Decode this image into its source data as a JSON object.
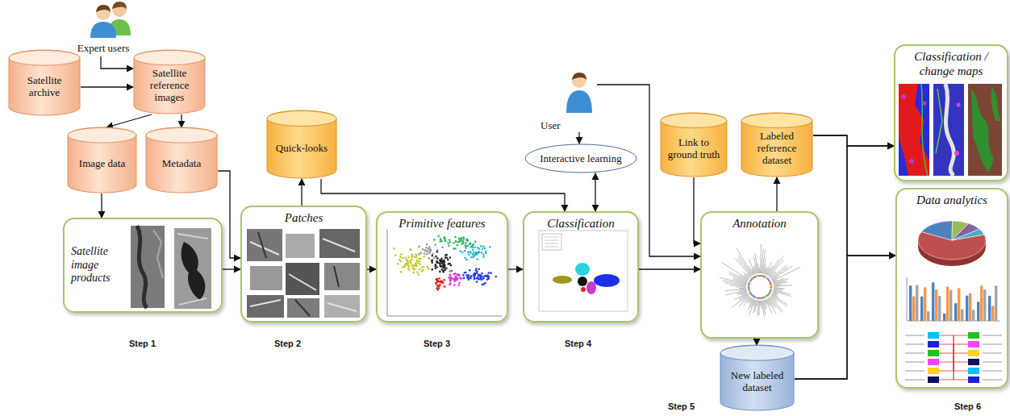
{
  "diagram": {
    "nodes": [
      {
        "text": [
          "Expert users"
        ]
      },
      {
        "text": [
          "Satellite archive"
        ]
      },
      {
        "text": [
          "Satellite reference images"
        ]
      },
      {
        "text": [
          "Image data"
        ]
      },
      {
        "text": [
          "Metadata"
        ]
      },
      {
        "text": [
          "Satellite image products"
        ]
      },
      {
        "text": [
          "Quick-looks"
        ]
      },
      {
        "text": [
          "Patches"
        ]
      },
      {
        "text": [
          "Primitive features"
        ]
      },
      {
        "text": [
          "User"
        ]
      },
      {
        "text": [
          "Interactive learning"
        ]
      },
      {
        "text": [
          "Classification"
        ]
      },
      {
        "text": [
          "Link to ground truth"
        ]
      },
      {
        "text": [
          "Labeled reference dataset"
        ]
      },
      {
        "text": [
          "Annotation"
        ]
      },
      {
        "text": [
          "New labeled dataset"
        ]
      },
      {
        "text": [
          "Classification / change maps"
        ]
      },
      {
        "text": [
          "Data analytics"
        ]
      }
    ],
    "edges": [
      {
        "from": 0,
        "to": 2,
        "arrow": "to"
      },
      {
        "from": 1,
        "to": 2,
        "arrow": "to"
      },
      {
        "from": 2,
        "to": 3,
        "arrow": "to"
      },
      {
        "from": 2,
        "to": 4,
        "arrow": "to"
      },
      {
        "from": 3,
        "to": 5,
        "arrow": "to"
      },
      {
        "from": 4,
        "to": 7,
        "arrow": "to"
      },
      {
        "from": 5,
        "to": 7,
        "arrow": "to"
      },
      {
        "from": 7,
        "to": 6,
        "arrow": "to"
      },
      {
        "from": 6,
        "to": 11,
        "arrow": "to"
      },
      {
        "from": 7,
        "to": 8,
        "arrow": "to"
      },
      {
        "from": 8,
        "to": 11,
        "arrow": "to"
      },
      {
        "from": 9,
        "to": 10,
        "arrow": "to"
      },
      {
        "from": 10,
        "to": 11,
        "arrow": "both"
      },
      {
        "from": 9,
        "to": 14,
        "arrow": "to"
      },
      {
        "from": 11,
        "to": 14,
        "arrow": "to"
      },
      {
        "from": 12,
        "to": 14,
        "arrow": "to"
      },
      {
        "from": 14,
        "to": 13,
        "arrow": "to"
      },
      {
        "from": 14,
        "to": 15,
        "arrow": "to"
      },
      {
        "from": 13,
        "to": 16,
        "arrow": "to"
      },
      {
        "from": 13,
        "to": 17,
        "arrow": "to"
      },
      {
        "from": 15,
        "to": 16,
        "arrow": "to"
      },
      {
        "from": 15,
        "to": 17,
        "arrow": "to"
      }
    ],
    "labels": [
      "Step 1",
      "Step 2",
      "Step 3",
      "Step 4",
      "Step 5",
      "Step 6"
    ]
  }
}
